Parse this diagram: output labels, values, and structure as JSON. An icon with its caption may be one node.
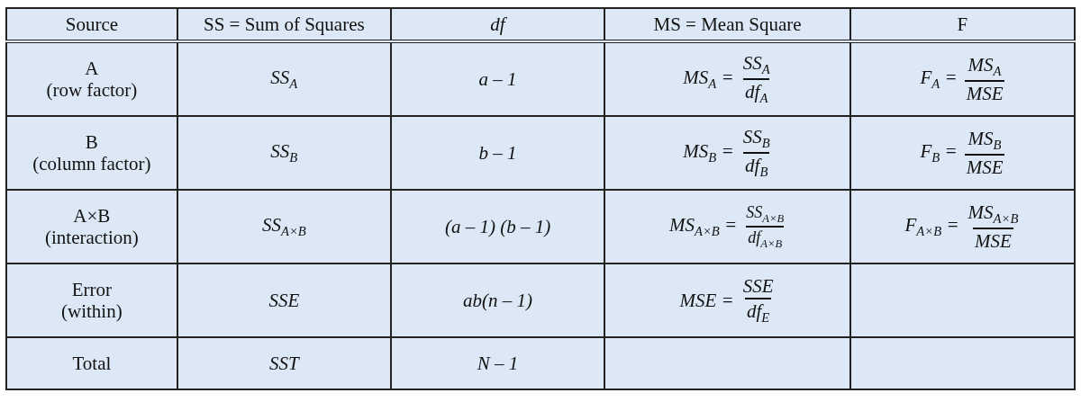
{
  "diagram": {
    "labels": [
      "Source",
      "SS = Sum of Squares",
      "df",
      "MS = Mean Square",
      "F",
      "A",
      "(row factor)",
      "SS$_{A}$",
      "a – 1",
      "MS$_{A}$ =",
      "SS$_{A}$",
      "df$_{A}$",
      "F$_{A}$ =",
      "MS$_{A}$",
      "MSE",
      "B",
      "(column factor)",
      "SS$_{B}$",
      "b – 1",
      "MS$_{B}$ =",
      "SS$_{B}$",
      "df$_{B}$",
      "F$_{B}$ =",
      "MS$_{B}$",
      "MSE",
      "A×B",
      "(interaction)",
      "SS$_{A×B}$",
      "(a – 1) (b – 1)",
      "MS$_{A×B}$ =",
      "SS$_{A×B}$",
      "df$_{A×B}$",
      "F$_{A×B}$ =",
      "MS$_{A×B}$",
      "MSE",
      "Error",
      "(within)",
      "SSE",
      "ab(n – 1)",
      "MSE =",
      "SSE",
      "df$_{E}$",
      "Total",
      "SST",
      "N – 1"
    ]
  }
}
